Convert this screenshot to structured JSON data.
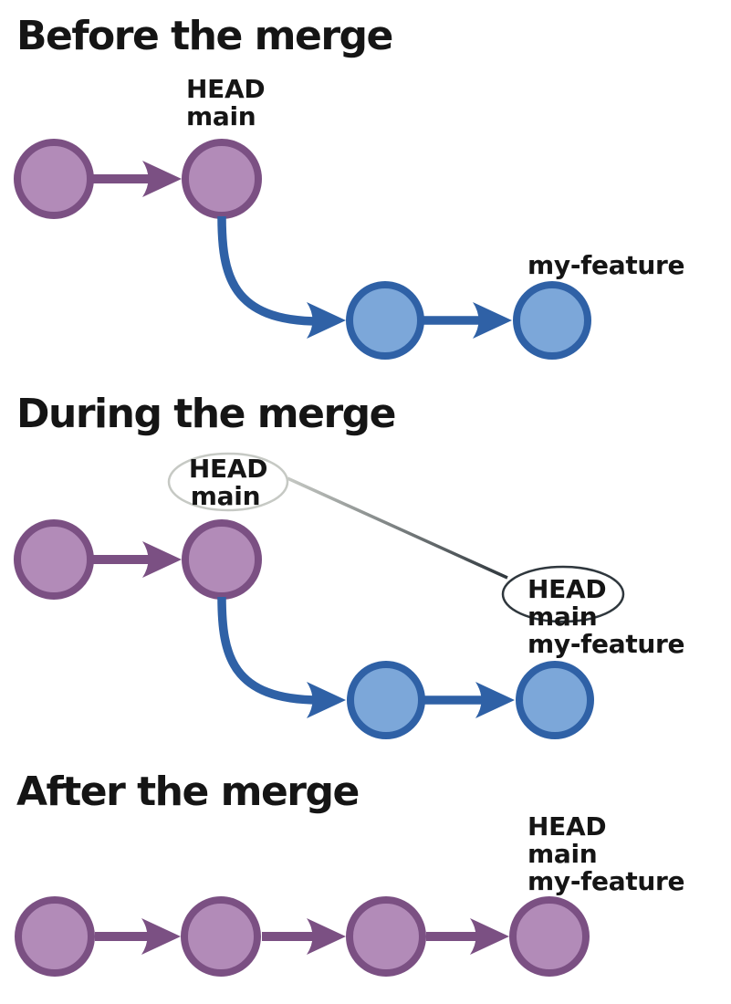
{
  "sections": {
    "before": {
      "title": "Before the merge",
      "head": "HEAD",
      "main": "main",
      "feature": "my-feature"
    },
    "during": {
      "title": "During the merge",
      "ghost_head": "HEAD",
      "ghost_main": "main",
      "head": "HEAD",
      "main": "main",
      "feature": "my-feature"
    },
    "after": {
      "title": "After the merge",
      "head": "HEAD",
      "main": "main",
      "feature": "my-feature"
    }
  },
  "colors": {
    "background": "#ffffff",
    "text": "#151515",
    "main_commit_fill": "#b28bb8",
    "main_commit_stroke": "#7b5083",
    "feature_commit_fill": "#7ca7d9",
    "feature_commit_stroke": "#2f61a6",
    "ghost_text": "#b4b8b2",
    "ghost_stroke": "#c6c9c4",
    "ref_badge_stroke": "#2f373d"
  }
}
